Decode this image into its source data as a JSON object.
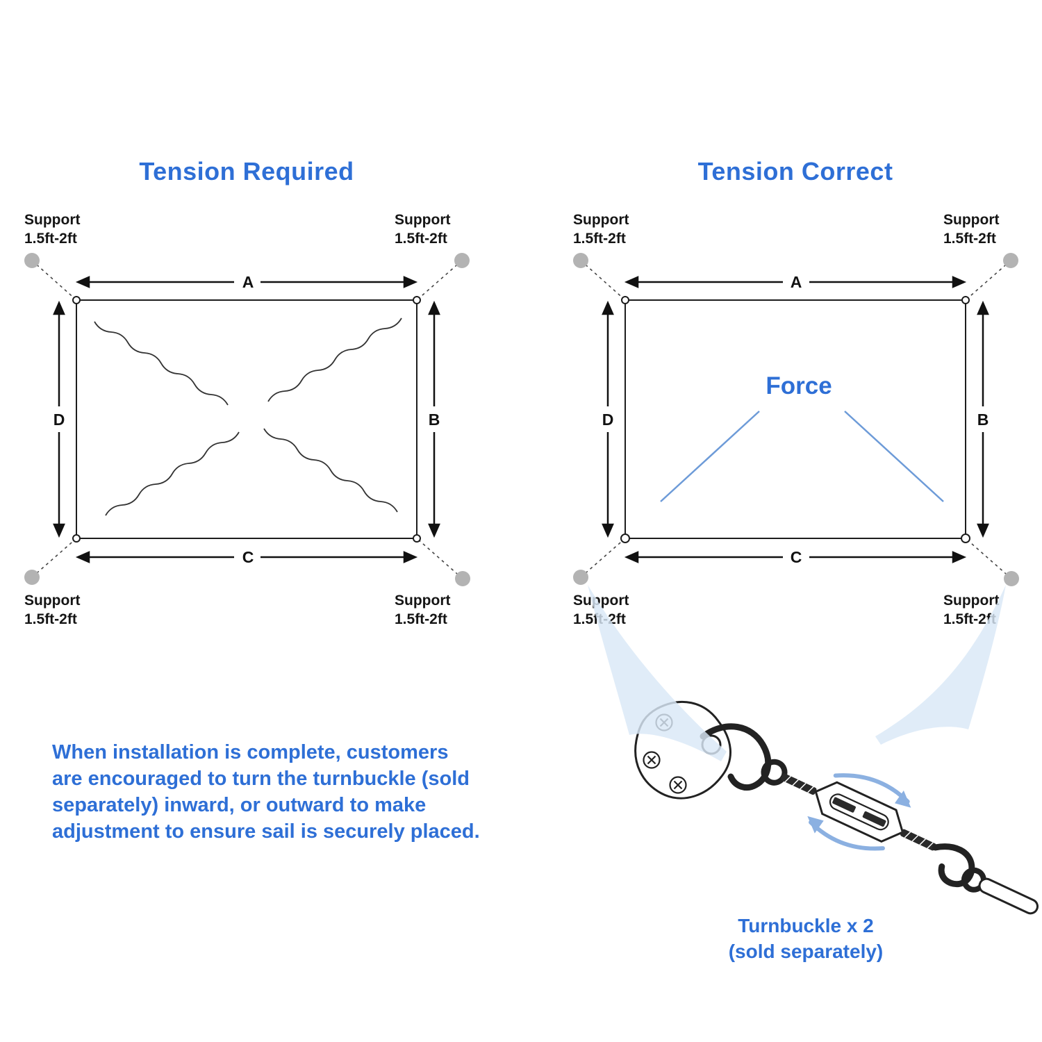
{
  "colors": {
    "accent": "#2e6fd6",
    "support_dot": "#b3b3b3",
    "swoosh": "#d9e8f7",
    "force_line": "#6d9bd8"
  },
  "support_label": {
    "line1": "Support",
    "line2": "1.5ft-2ft"
  },
  "left_diagram": {
    "title": "Tension Required",
    "edge_labels": {
      "top": "A",
      "right": "B",
      "bottom": "C",
      "left": "D"
    }
  },
  "right_diagram": {
    "title": "Tension Correct",
    "force_label": "Force",
    "edge_labels": {
      "top": "A",
      "right": "B",
      "bottom": "C",
      "left": "D"
    }
  },
  "note": {
    "lines": [
      "When installation is complete, customers",
      "are encouraged to turn the turnbuckle (sold",
      "separately) inward, or outward to make",
      "adjustment to ensure sail is securely placed."
    ]
  },
  "turnbuckle": {
    "caption_line1": "Turnbuckle x 2",
    "caption_line2": "(sold separately)"
  }
}
